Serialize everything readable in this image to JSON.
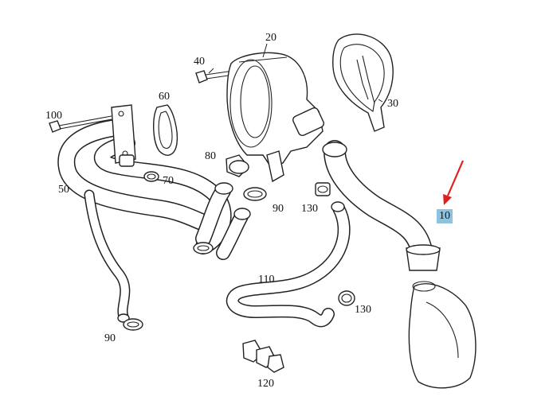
{
  "diagram": {
    "accent_color": "#e02020",
    "highlight_color": "#8cc3e0",
    "parts": [
      {
        "id": "p10",
        "label": "10",
        "highlighted": true
      },
      {
        "id": "p20",
        "label": "20"
      },
      {
        "id": "p30",
        "label": "30"
      },
      {
        "id": "p40",
        "label": "40"
      },
      {
        "id": "p50",
        "label": "50"
      },
      {
        "id": "p60",
        "label": "60"
      },
      {
        "id": "p70",
        "label": "70"
      },
      {
        "id": "p80",
        "label": "80"
      },
      {
        "id": "p90a",
        "label": "90"
      },
      {
        "id": "p90b",
        "label": "90"
      },
      {
        "id": "p100",
        "label": "100"
      },
      {
        "id": "p110",
        "label": "110"
      },
      {
        "id": "p120",
        "label": "120"
      },
      {
        "id": "p130a",
        "label": "130"
      },
      {
        "id": "p130b",
        "label": "130"
      }
    ]
  }
}
